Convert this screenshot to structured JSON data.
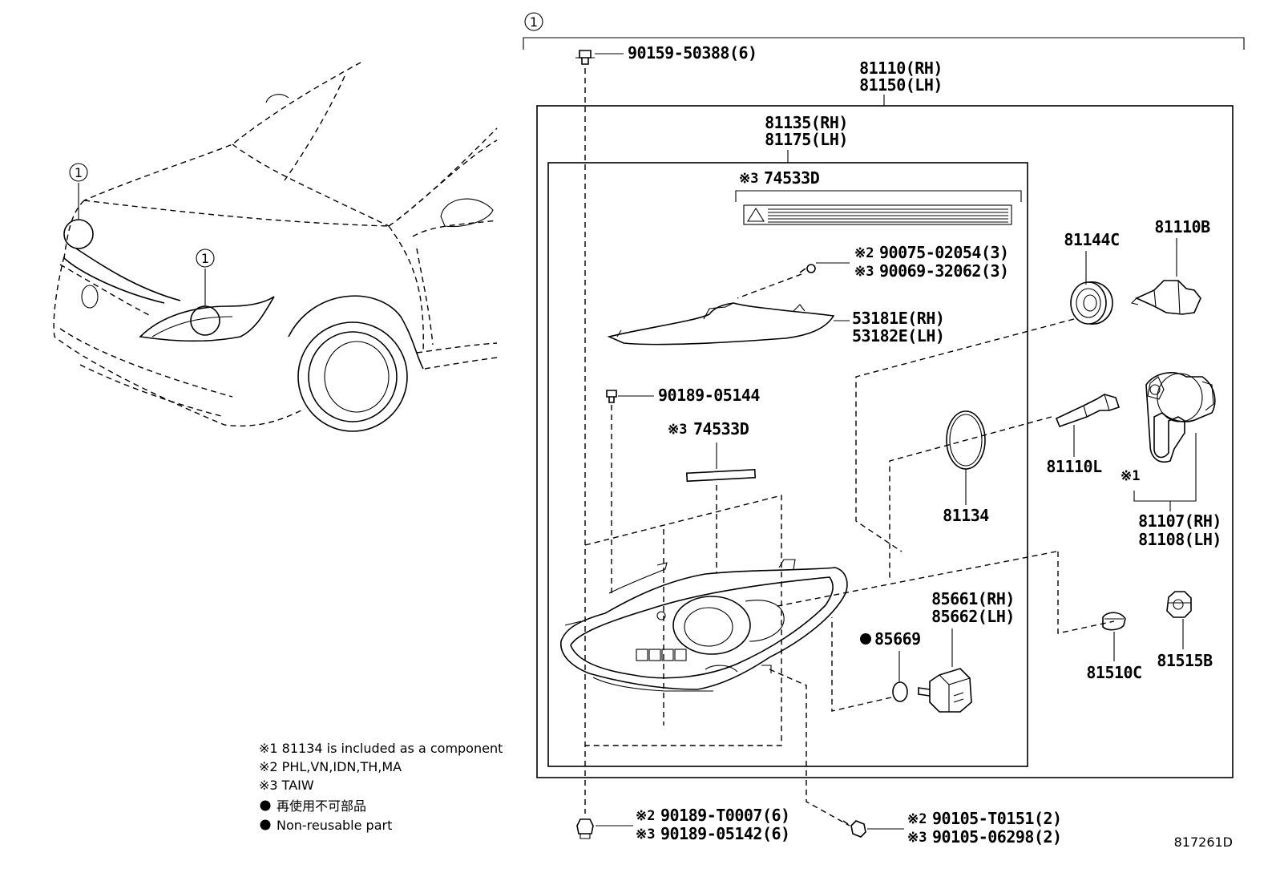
{
  "callout_number": "1",
  "labels": {
    "bolt_top": "90159-50388(6)",
    "assy_rh": "81110(RH)",
    "assy_lh": "81150(LH)",
    "unit_rh": "81135(RH)",
    "unit_lh": "81175(LH)",
    "label_top_mark": "※3",
    "label_top": "74533D",
    "screw_a_mark": "※2",
    "screw_a": "90075-02054(3)",
    "screw_b_mark": "※3",
    "screw_b": "90069-32062(3)",
    "cover_rh": "53181E(RH)",
    "cover_lh": "53182E(LH)",
    "screw_mid": "90189-05144",
    "label_mid_mark": "※3",
    "label_mid": "74533D",
    "cap": "81144C",
    "bulb_hb": "81110B",
    "bulb_hid": "81110L",
    "ring": "81134",
    "note1_mark": "※1",
    "ballast_rh": "81107(RH)",
    "ballast_lh": "81108(LH)",
    "actuator_rh": "85661(RH)",
    "actuator_lh": "85662(LH)",
    "oring": "85669",
    "socket_a": "81510C",
    "socket_b": "81515B",
    "clip_a_mark": "※2",
    "clip_a": "90189-T0007(6)",
    "clip_b_mark": "※3",
    "clip_b": "90189-05142(6)",
    "bolt_a_mark": "※2",
    "bolt_a": "90105-T0151(2)",
    "bolt_b_mark": "※3",
    "bolt_b": "90105-06298(2)",
    "figure_no": "817261D"
  },
  "notes": [
    "※1 81134 is included as a component",
    "※2 PHL,VN,IDN,TH,MA",
    "※3 TAIW",
    "再使用不可部品",
    "Non-reusable part"
  ]
}
